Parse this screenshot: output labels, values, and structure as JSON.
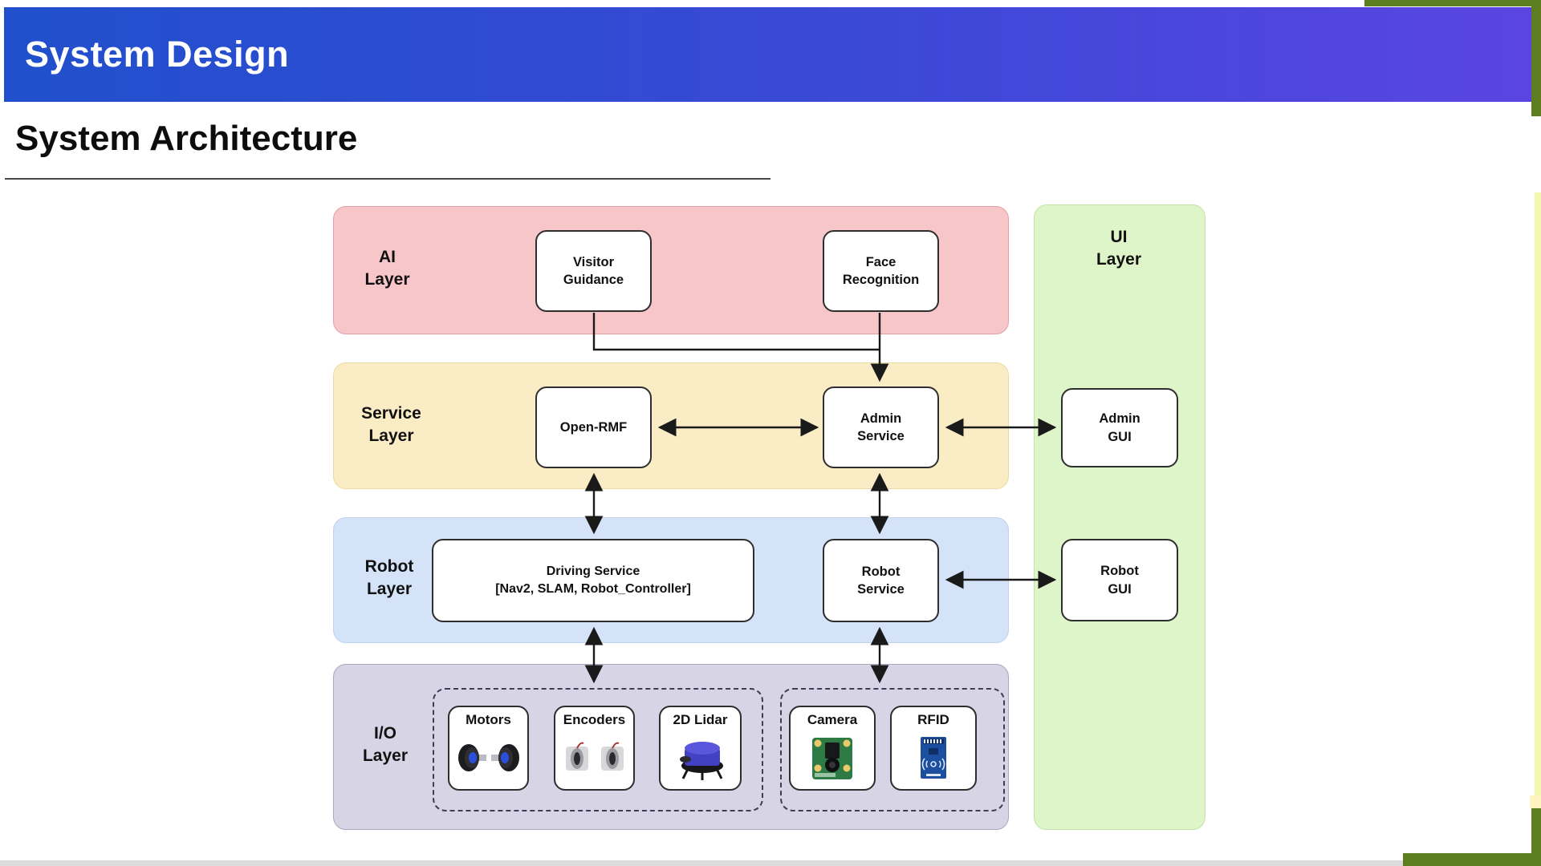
{
  "header": {
    "title": "System Design"
  },
  "section": {
    "title": "System Architecture"
  },
  "diagram": {
    "layers": {
      "ai": "AI\nLayer",
      "service": "Service\nLayer",
      "robot": "Robot\nLayer",
      "io": "I/O\nLayer",
      "ui": "UI\nLayer"
    },
    "nodes": {
      "visitor_guidance": "Visitor\nGuidance",
      "face_recognition": "Face\nRecognition",
      "open_rmf": "Open-RMF",
      "admin_service": "Admin\nService",
      "driving_service": "Driving Service\n[Nav2, SLAM, Robot_Controller]",
      "robot_service": "Robot\nService",
      "admin_gui": "Admin\nGUI",
      "robot_gui": "Robot\nGUI"
    },
    "io_devices": [
      {
        "label": "Motors",
        "icon": "motors-icon"
      },
      {
        "label": "Encoders",
        "icon": "encoders-icon"
      },
      {
        "label": "2D Lidar",
        "icon": "lidar-icon"
      },
      {
        "label": "Camera",
        "icon": "camera-icon"
      },
      {
        "label": "RFID",
        "icon": "rfid-icon"
      }
    ],
    "connections": [
      "Visitor Guidance -> Admin Service",
      "Face Recognition -> Admin Service",
      "Open-RMF <-> Admin Service",
      "Admin Service <-> Admin GUI",
      "Open-RMF <-> Driving Service",
      "Admin Service <-> Robot Service",
      "Robot Service <-> Robot GUI",
      "Driving Service <-> I/O actuator group",
      "Robot Service <-> I/O sensor group"
    ]
  },
  "colors": {
    "header_gradient_left": "#2050cc",
    "header_gradient_right": "#5a45e2",
    "ai_layer": "#f7c6c9",
    "service_layer": "#faedc6",
    "robot_layer": "#d5e3f8",
    "io_layer": "#d6d4e5",
    "ui_layer": "#def5c9",
    "arrow": "#1a1a1a",
    "edge_artifact_green": "#5d7d21",
    "edge_artifact_yellow": "#f4f7ae"
  }
}
